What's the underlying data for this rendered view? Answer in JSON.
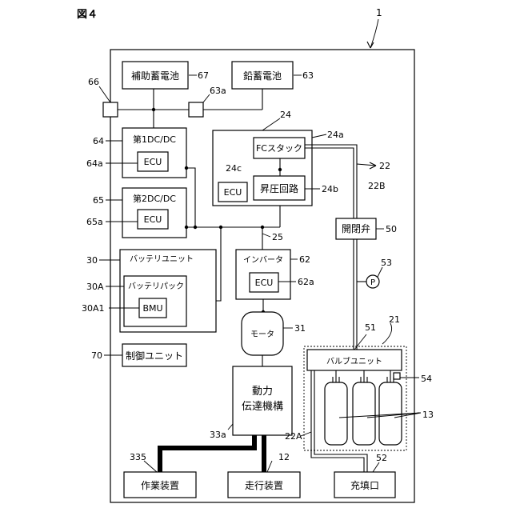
{
  "figure_label": "図４",
  "system_number": "1",
  "blocks": {
    "aux_battery": "補助蓄電池",
    "lead_battery": "鉛蓄電池",
    "dcdc1": "第1DC/DC",
    "dcdc2": "第2DC/DC",
    "ecu": "ECU",
    "fc_stack": "FCスタック",
    "boost_circuit": "昇圧回路",
    "battery_unit": "バッテリユニット",
    "battery_pack": "バッテリパック",
    "bmu": "BMU",
    "inverter": "インバータ",
    "motor": "モータ",
    "control_unit": "制御ユニット",
    "power_transmission_1": "動力",
    "power_transmission_2": "伝達機構",
    "work_device": "作業装置",
    "travel_device": "走行装置",
    "valve_unit": "バルブユニット",
    "on_off_valve": "開閉弁",
    "filling_port": "充填口",
    "pressure_sensor": "P"
  },
  "refs": {
    "r1": "1",
    "r12": "12",
    "r13": "13",
    "r21": "21",
    "r22": "22",
    "r22A": "22A",
    "r22B": "22B",
    "r24": "24",
    "r24a": "24a",
    "r24b": "24b",
    "r24c": "24c",
    "r25": "25",
    "r30": "30",
    "r30A": "30A",
    "r30A1": "30A1",
    "r31": "31",
    "r33a": "33a",
    "r335": "335",
    "r50": "50",
    "r51": "51",
    "r52": "52",
    "r53": "53",
    "r54": "54",
    "r62": "62",
    "r62a": "62a",
    "r63": "63",
    "r63a": "63a",
    "r64": "64",
    "r64a": "64a",
    "r65": "65",
    "r65a": "65a",
    "r66": "66",
    "r67": "67",
    "r70": "70"
  }
}
